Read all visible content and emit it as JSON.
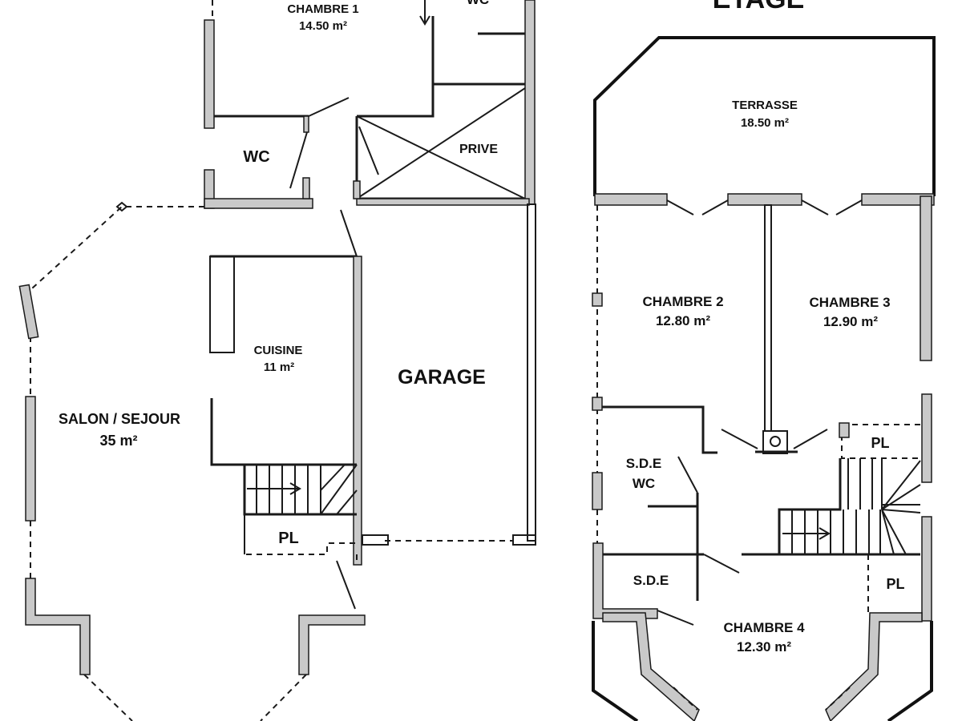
{
  "ground_floor": {
    "chambre1": {
      "name": "CHAMBRE 1",
      "area": "14.50 m²"
    },
    "wc_top": "WC",
    "wc": "WC",
    "prive": "PRIVE",
    "cuisine": {
      "name": "CUISINE",
      "area": "11 m²"
    },
    "garage": "GARAGE",
    "salon": {
      "name": "SALON / SEJOUR",
      "area": "35 m²"
    },
    "pl": "PL"
  },
  "upper_floor": {
    "title": "ETAGE",
    "terrasse": {
      "name": "TERRASSE",
      "area": "18.50 m²"
    },
    "chambre2": {
      "name": "CHAMBRE 2",
      "area": "12.80 m²"
    },
    "chambre3": {
      "name": "CHAMBRE 3",
      "area": "12.90 m²"
    },
    "sde_wc": {
      "line1": "S.D.E",
      "line2": "WC"
    },
    "sde": "S.D.E",
    "pl_top": "PL",
    "pl_bottom": "PL",
    "chambre4": {
      "name": "CHAMBRE 4",
      "area": "12.30 m²"
    }
  }
}
